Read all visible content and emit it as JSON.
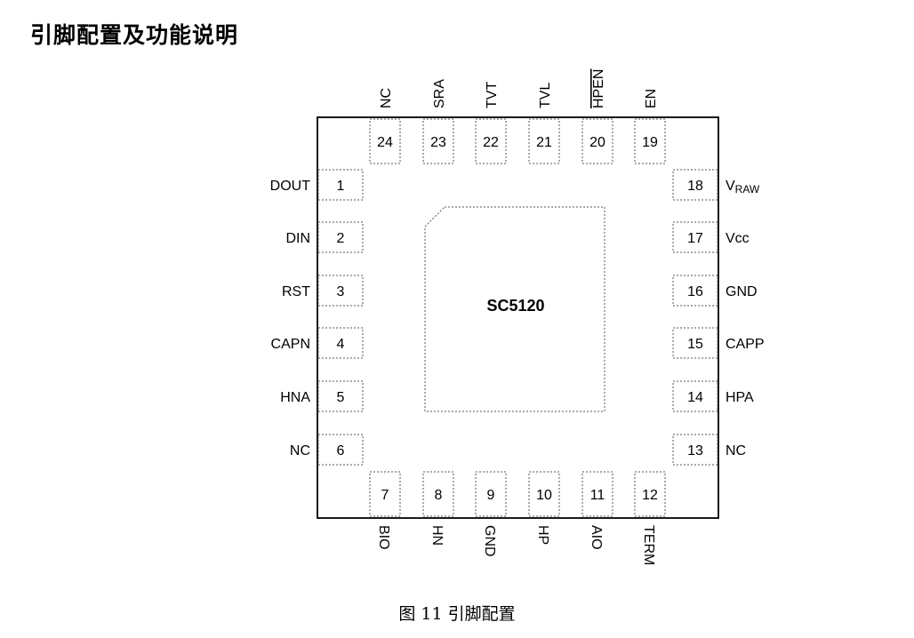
{
  "heading": "引脚配置及功能说明",
  "chip_label": "SC5120",
  "caption": "图 11 引脚配置",
  "pins": [
    {
      "num": "1",
      "name": "DOUT"
    },
    {
      "num": "2",
      "name": "DIN"
    },
    {
      "num": "3",
      "name": "RST"
    },
    {
      "num": "4",
      "name": "CAPN"
    },
    {
      "num": "5",
      "name": "HNA"
    },
    {
      "num": "6",
      "name": "NC"
    },
    {
      "num": "7",
      "name": "BIO"
    },
    {
      "num": "8",
      "name": "HN"
    },
    {
      "num": "9",
      "name": "GND"
    },
    {
      "num": "10",
      "name": "HP"
    },
    {
      "num": "11",
      "name": "AIO"
    },
    {
      "num": "12",
      "name": "TERM"
    },
    {
      "num": "13",
      "name": "NC"
    },
    {
      "num": "14",
      "name": "HPA"
    },
    {
      "num": "15",
      "name": "CAPP"
    },
    {
      "num": "16",
      "name": "GND"
    },
    {
      "num": "17",
      "name": "Vcc"
    },
    {
      "num": "18",
      "name": "V",
      "sub": "RAW"
    },
    {
      "num": "19",
      "name": "EN"
    },
    {
      "num": "20",
      "name": "HPEN",
      "overline": true
    },
    {
      "num": "21",
      "name": "TVL"
    },
    {
      "num": "22",
      "name": "TVT"
    },
    {
      "num": "23",
      "name": "SRA"
    },
    {
      "num": "24",
      "name": "NC"
    }
  ]
}
